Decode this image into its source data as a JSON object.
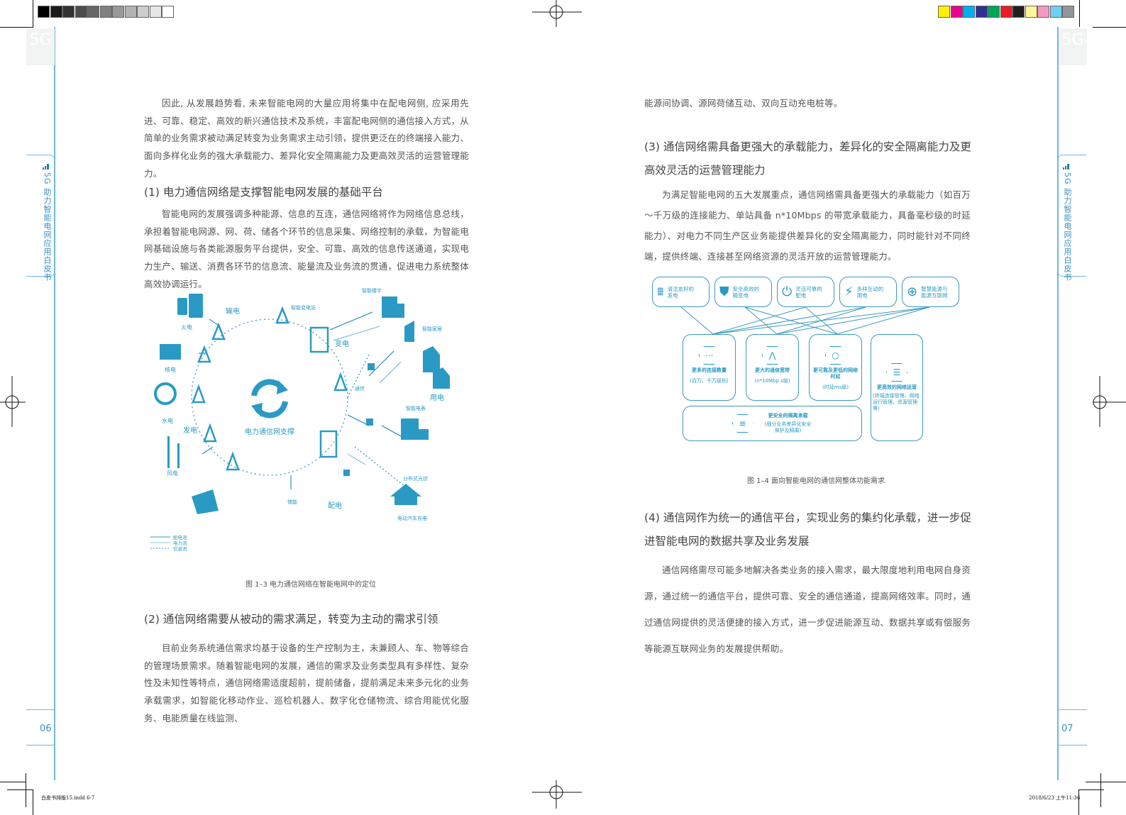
{
  "print_marks": {
    "gray_swatches": [
      "#000000",
      "#1a1a1a",
      "#333333",
      "#4d4d4d",
      "#666666",
      "#808080",
      "#999999",
      "#b3b3b3",
      "#cccccc",
      "#e6e6e6",
      "#ffffff"
    ],
    "color_swatches": [
      "#fff100",
      "#ec008c",
      "#00aeef",
      "#2e3192",
      "#00a651",
      "#ed1c24",
      "#231f20",
      "#fff799",
      "#f49ac1",
      "#6dcff6",
      "#939598"
    ],
    "slug_left": "白皮书排版15.indd   6-7",
    "slug_right": "2018/6/23   上午11:36"
  },
  "watermark": "5G",
  "side_tab": {
    "label": "5G 助力智能电网应用白皮书",
    "icon": "signal-bars-icon"
  },
  "accent_color": "#2a9ac4",
  "left_page": {
    "page_number": "06",
    "intro": "因此, 从发展趋势看, 未来智能电网的大量应用将集中在配电网侧, 应采用先进、可靠、稳定、高效的新兴通信技术及系统，丰富配电网侧的通信接入方式，从简单的业务需求被动满足转变为业务需求主动引领，提供更泛在的终端接入能力、面向多样化业务的强大承载能力、差异化安全隔离能力及更高效灵活的运营管理能力。",
    "section1": {
      "heading": "(1) 电力通信网络是支撑智能电网发展的基础平台",
      "body": "智能电网的发展强调多种能源、信息的互连，通信网络将作为网络信息总线，承担着智能电网源、网、荷、储各个环节的信息采集、网络控制的承载，为智能电网基础设施与各类能源服务平台提供，安全、可靠、高效的信息传送通道，实现电力生产、输送、消费各环节的信息流、能量流及业务流的贯通，促进电力系统整体高效协调运行。"
    },
    "figure": {
      "caption": "图 1–3 电力通信网络在智能电网中的定位",
      "center_label": "电力通信网支撑",
      "labels": {
        "thermal": "火电",
        "nuclear": "核电",
        "hydro": "水电",
        "wind": "风电",
        "solar": "光伏",
        "generation": "发电",
        "transmission": "输电",
        "smart_substation": "智能变电站",
        "substation": "变电",
        "smart_building": "智能楼宇",
        "smart_home": "智能家居",
        "communication": "通信",
        "smart_meter": "智能电表",
        "consumption": "用电",
        "distributed_pv": "分布式光伏",
        "ev_charging": "电动汽车充电",
        "storage": "储能",
        "distribution": "配电"
      },
      "legend": [
        "配电流",
        "电力流",
        "信息流"
      ]
    },
    "section2": {
      "heading": "(2) 通信网络需要从被动的需求满足，转变为主动的需求引领",
      "body": "目前业务系统通信需求均基于设备的生产控制为主，未兼顾人、车、物等综合的管理场景需求。随着智能电网的发展，通信的需求及业务类型具有多样性、复杂性及未知性等特点，通信网络需适度超前，提前储备，提前满足未来多元化的业务承载需求，如智能化移动作业、巡检机器人、数字化仓储物流、综合用能优化服务、电能质量在线监测、"
    }
  },
  "right_page": {
    "page_number": "07",
    "continuation": "能源间协调、源网荷储互动、双向互动充电桩等。",
    "section3": {
      "heading": "(3) 通信网络需具备更强大的承载能力，差异化的安全隔离能力及更高效灵活的运营管理能力",
      "body": "为满足智能电网的五大发展重点，通信网络需具备更强大的承载能力（如百万～千万级的连接能力、单站具备 n*10Mbps 的带宽承载能力，具备毫秒级的时延能力）、对电力不同生产区业务能提供差异化的安全隔离能力，同时能针对不同终端，提供终端、连接甚至网络资源的灵活开放的运营管理能力。"
    },
    "figure": {
      "caption": "图 1–4 面向智能电网的通信网整体功能需求",
      "top_boxes": [
        {
          "icon": "transmission-tower-icon",
          "label": "清洁友好的发电"
        },
        {
          "icon": "shield-icon",
          "label": "安全高效的输变电"
        },
        {
          "icon": "plug-icon",
          "label": "灵活可靠的配电"
        },
        {
          "icon": "lightning-icon",
          "label": "多样互动的用电"
        },
        {
          "icon": "globe-icon",
          "label": "智慧能源与能源互联网"
        }
      ],
      "capabilities": [
        {
          "icon": "dots-hexagon-icon",
          "title": "更多的连接数量",
          "sub": "(百万、千万级别)"
        },
        {
          "icon": "graph-hexagon-icon",
          "title": "更大的通信宽带",
          "sub": "(n*10Mbp s级)"
        },
        {
          "icon": "circle-hexagon-icon",
          "title": "更可靠及更低的网络时延",
          "sub": "(时延ms级)"
        },
        {
          "icon": "tray-hexagon-icon",
          "title": "更高效的网络运营",
          "sub": "(终端连接管理、网络运行管理、资源管理等)"
        },
        {
          "icon": "list-hexagon-icon",
          "title": "更安全的隔离承载",
          "sub": "(细分业务差异化安全保护及隔离)"
        }
      ]
    },
    "section4": {
      "heading": "(4) 通信网作为统一的通信平台，实现业务的集约化承载，进一步促进智能电网的数据共享及业务发展",
      "body": "通信网络需尽可能多地解决各类业务的接入需求，最大限度地利用电网自身资源，通过统一的通信平台，提供可靠、安全的通信通道，提高网络效率。同时，通过通信网提供的灵活便捷的接入方式，进一步促进能源互动、数据共享或有偿服务等能源互联网业务的发展提供帮助。"
    }
  }
}
